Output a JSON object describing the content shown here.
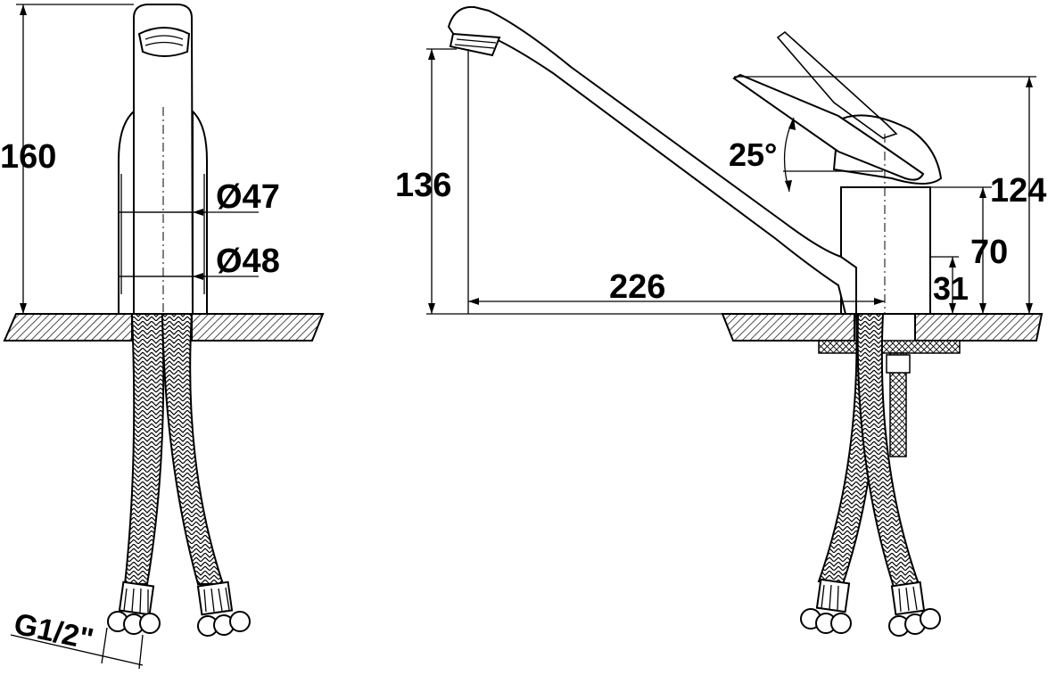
{
  "drawing": {
    "front_view": {
      "height_label": "160",
      "diameter_upper_label": "Ø47",
      "diameter_lower_label": "Ø48",
      "connection_label": "G1/2\""
    },
    "side_view": {
      "spout_height_label": "136",
      "angle_label": "25°",
      "reach_label": "226",
      "total_height_label": "124",
      "body_height_label": "70",
      "base_height_label": "31"
    }
  }
}
